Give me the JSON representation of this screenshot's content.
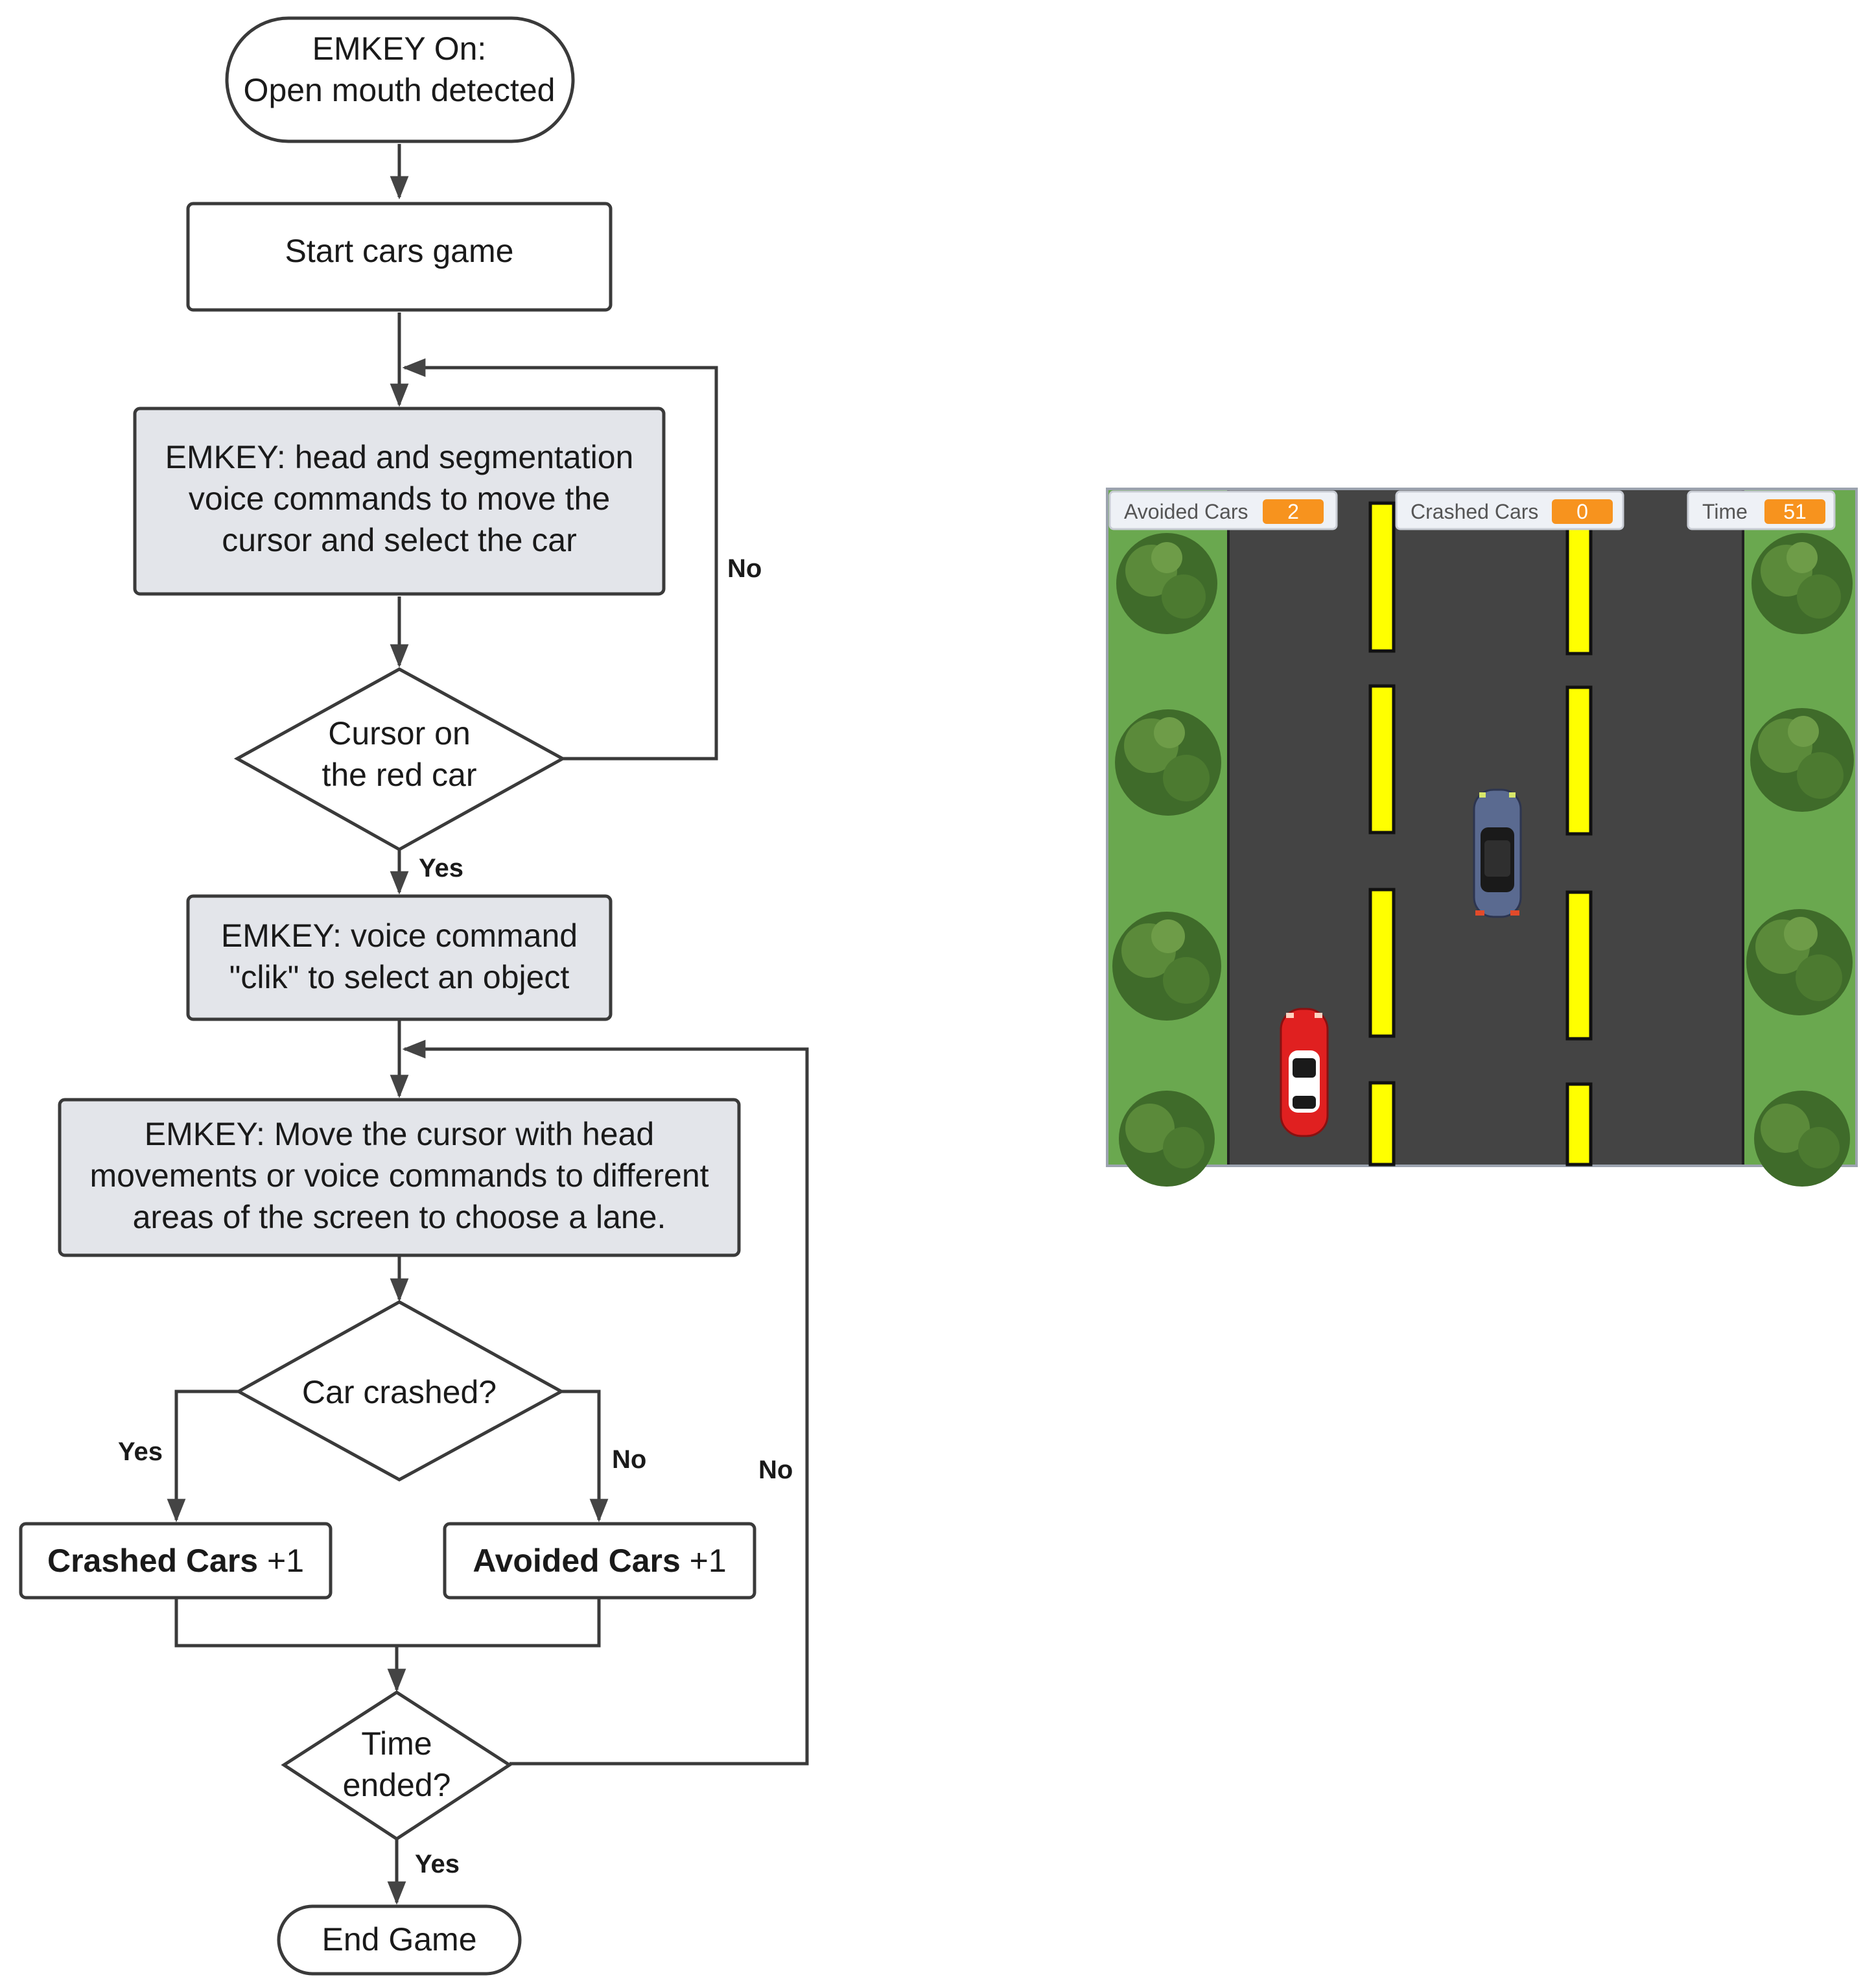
{
  "flowchart": {
    "start": {
      "line1": "EMKEY On:",
      "line2": "Open mouth detected"
    },
    "start_game": "Start cars game",
    "select_step": {
      "line1": "EMKEY: head and segmentation",
      "line2": "voice commands to move the",
      "line3": "cursor and select the car"
    },
    "cursor_decision": {
      "line1": "Cursor on",
      "line2": "the red car"
    },
    "click_step": {
      "line1": "EMKEY: voice command",
      "line2": "\"clik\" to select an object"
    },
    "move_step": {
      "line1": "EMKEY: Move the cursor with head",
      "line2": "movements or voice commands to different",
      "line3": "areas of the screen to choose a lane."
    },
    "crash_decision": "Car crashed?",
    "crashed": {
      "bold": "Crashed Cars",
      "suffix": " +1"
    },
    "avoided": {
      "bold": "Avoided Cars",
      "suffix": " +1"
    },
    "time_decision": {
      "line1": "Time",
      "line2": "ended?"
    },
    "end": "End Game",
    "labels": {
      "yes": "Yes",
      "no": "No"
    }
  },
  "game": {
    "hud": {
      "avoided_label": "Avoided Cars",
      "avoided_value": "2",
      "crashed_label": "Crashed Cars",
      "crashed_value": "0",
      "time_label": "Time",
      "time_value": "51"
    },
    "colors": {
      "grass": "#6aa84f",
      "road": "#444444",
      "lane_marker": "#ffff00",
      "badge": "#f7931e",
      "player_car": "#e02020",
      "other_car": "#5a6a90"
    }
  }
}
